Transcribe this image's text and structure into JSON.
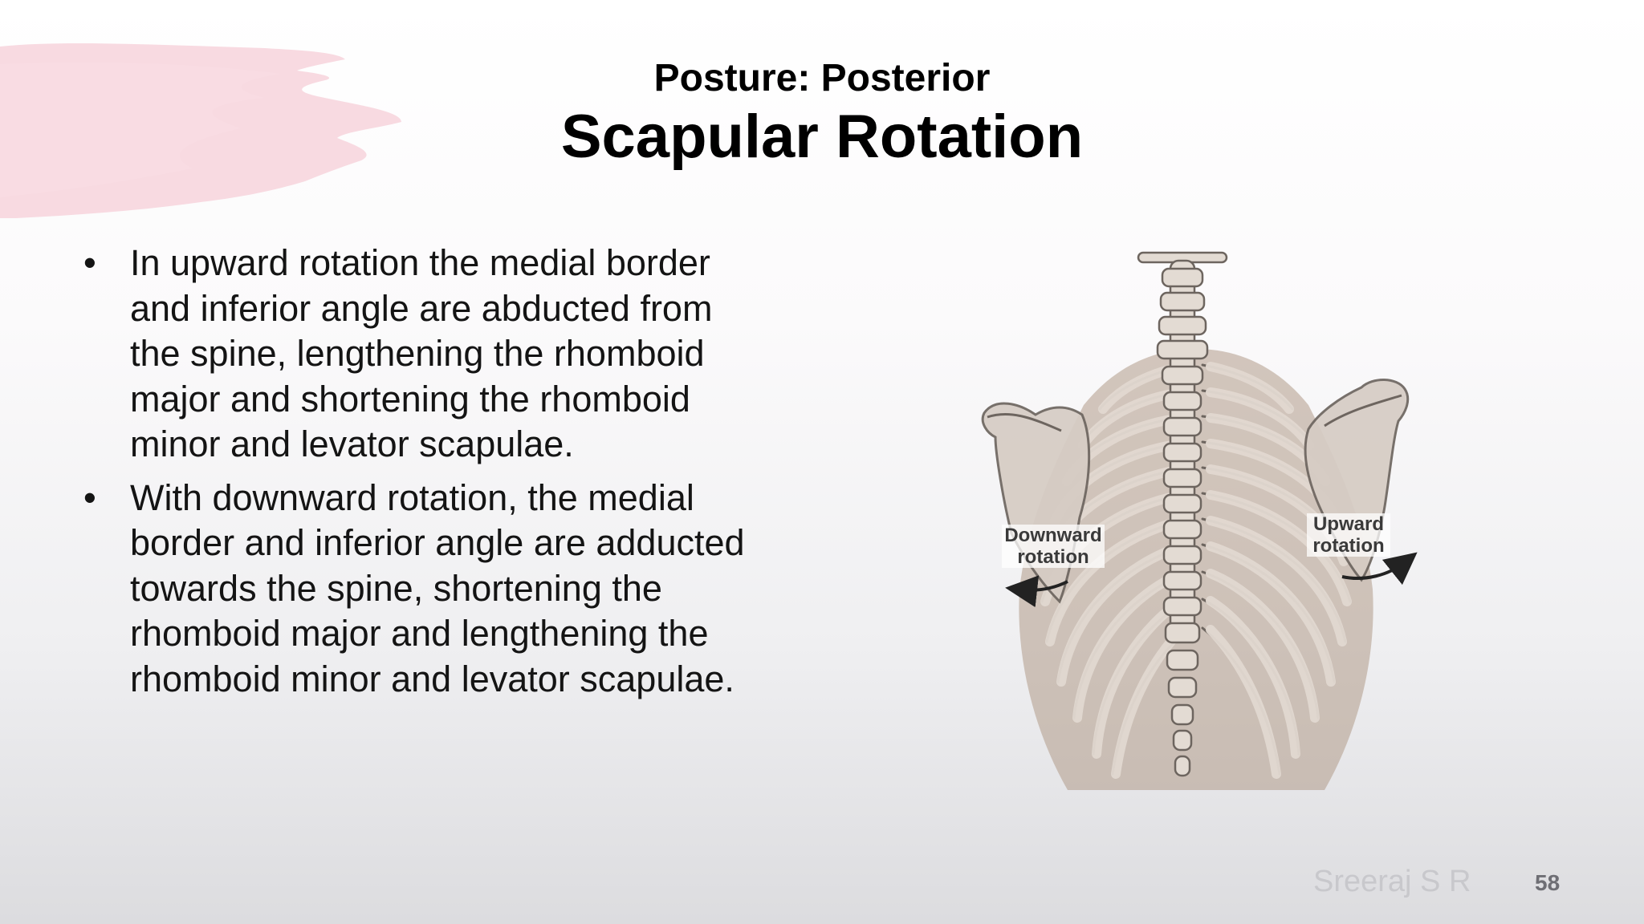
{
  "slide": {
    "subtitle": "Posture: Posterior",
    "title": "Scapular Rotation",
    "bullets": [
      {
        "marker": "•",
        "text": "In upward rotation the medial border and inferior angle are abducted from the spine, lengthening the rhomboid major and shortening the rhomboid minor and levator scapulae."
      },
      {
        "marker": "•",
        "text": "With downward rotation, the medial border and inferior angle are adducted towards the spine, shortening the rhomboid major and lengthening the rhomboid minor and levator scapulae."
      }
    ],
    "figure": {
      "icon": "rib-cage-scapula-illustration",
      "label_downward": "Downward rotation",
      "label_upward": "Upward rotation"
    },
    "footer": {
      "author": "Sreeraj S R",
      "page_number": "58"
    }
  },
  "colors": {
    "brush_accent": "#f7d3dc",
    "text": "#141414",
    "bone": "#d9d0c8",
    "bone_outline": "#6d655f",
    "rib_shadow": "#a68f7d"
  }
}
